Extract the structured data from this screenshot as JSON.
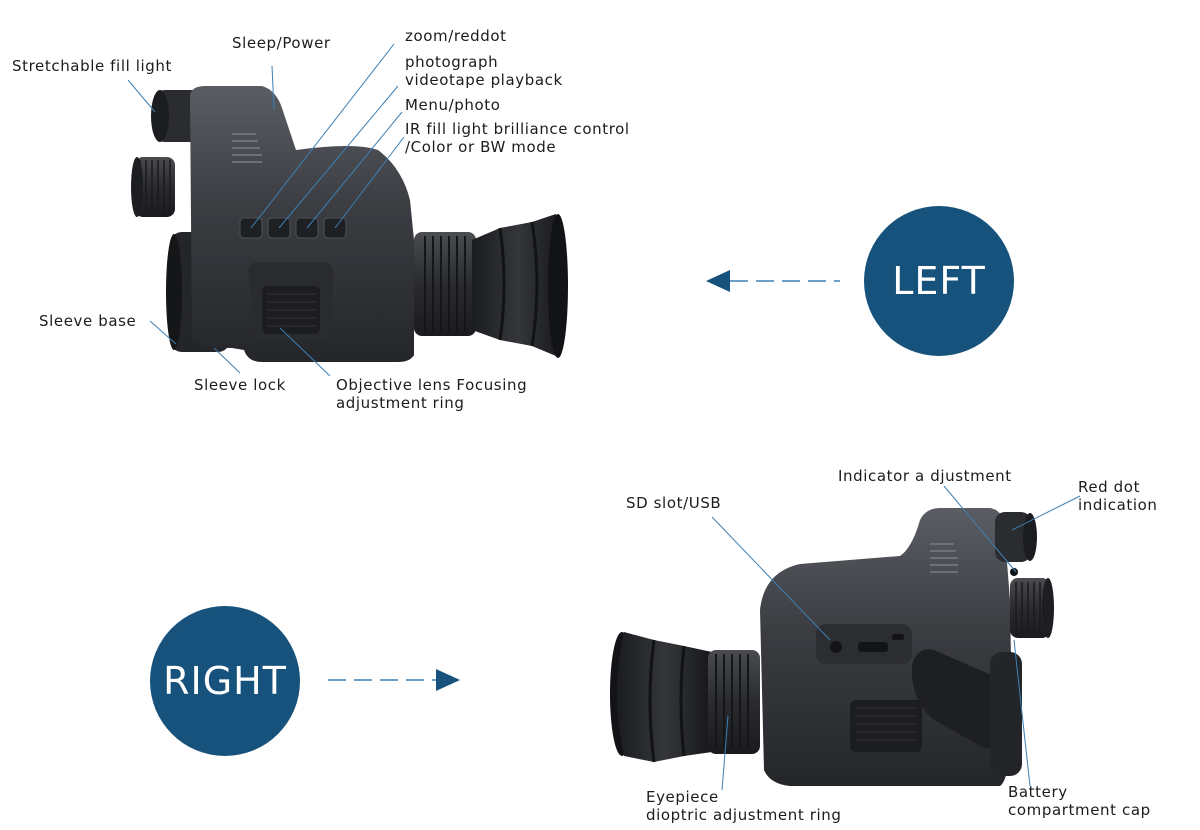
{
  "colors": {
    "badge": "#16527c",
    "leader": "#3d7fb4",
    "device": "#3a3c40"
  },
  "left_view": {
    "badge": "LEFT",
    "labels": {
      "fill_light": "Stretchable fill light",
      "sleep_power": "Sleep/Power",
      "zoom": "zoom/reddot",
      "photograph_1": "photograph",
      "photograph_2": "videotape playback",
      "menu": "Menu/photo",
      "ir_1": "IR fill light brilliance control",
      "ir_2": "/Color or BW mode",
      "sleeve_base": "Sleeve base",
      "sleeve_lock": "Sleeve lock",
      "objective_1": "Objective lens Focusing",
      "objective_2": "adjustment ring"
    }
  },
  "right_view": {
    "badge": "RIGHT",
    "labels": {
      "indicator": "Indicator a djustment",
      "red_dot_1": "Red dot",
      "red_dot_2": "indication",
      "sd_slot": "SD slot/USB",
      "eyepiece_1": "Eyepiece",
      "eyepiece_2": "dioptric adjustment ring",
      "battery_1": "Battery",
      "battery_2": "compartment cap"
    }
  }
}
